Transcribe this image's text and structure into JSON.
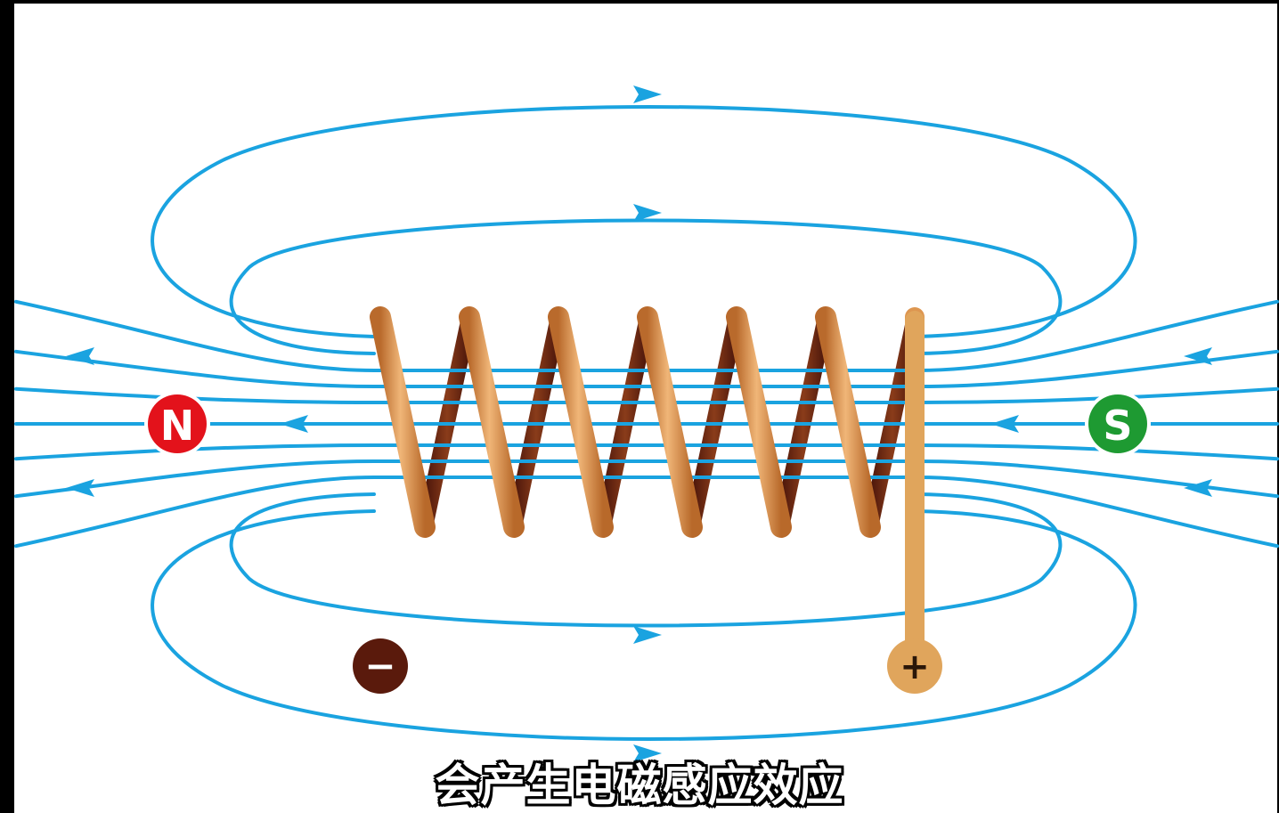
{
  "colors": {
    "field_line": "#1aa3e0",
    "north": "#e3121b",
    "south": "#1e9a32",
    "copper_light": "#dd9650",
    "copper_dark": "#5a1a0c",
    "neg_terminal": "#5a1a0c",
    "pos_terminal": "#e0a55c"
  },
  "poles": {
    "north": "N",
    "south": "S"
  },
  "terminals": {
    "negative": "−",
    "positive": "+"
  },
  "coil": {
    "turns": 6
  },
  "subtitle": "会产生电磁感应效应"
}
